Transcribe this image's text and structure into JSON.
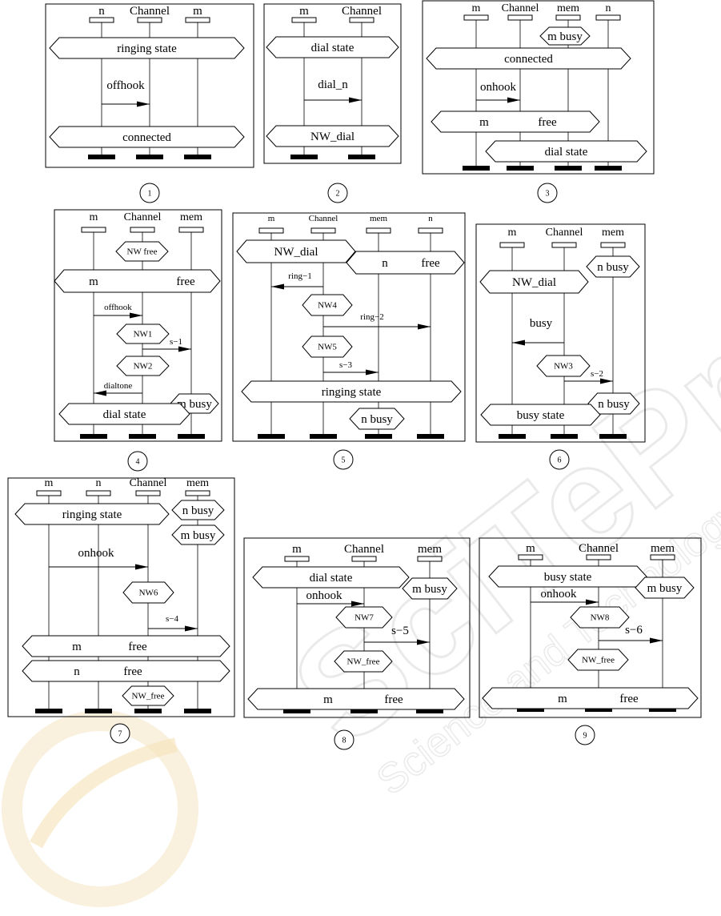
{
  "watermark": {
    "text_main": "SciTePress",
    "text_sub": "Science and Technology Publications",
    "colors": {
      "main": "#e4e4e4",
      "logo_circle": "#f6e7c2"
    }
  },
  "diagrams": [
    {
      "number": "1",
      "instances": [
        "n",
        "Channel",
        "m"
      ],
      "items": [
        {
          "kind": "condition",
          "text": "ringing state"
        },
        {
          "kind": "message",
          "text": "offhook"
        },
        {
          "kind": "condition",
          "text": "connected"
        }
      ]
    },
    {
      "number": "2",
      "instances": [
        "m",
        "Channel"
      ],
      "items": [
        {
          "kind": "condition",
          "text": "dial state"
        },
        {
          "kind": "message",
          "text": "dial_n"
        },
        {
          "kind": "condition",
          "text": "NW_dial"
        }
      ]
    },
    {
      "number": "3",
      "instances": [
        "m",
        "Channel",
        "mem",
        "n"
      ],
      "items": [
        {
          "kind": "condition",
          "text": "m busy"
        },
        {
          "kind": "condition",
          "text": "connected"
        },
        {
          "kind": "message",
          "text": "onhook"
        },
        {
          "kind": "condition",
          "left": "m",
          "right": "free"
        },
        {
          "kind": "condition",
          "text": "dial state"
        }
      ]
    },
    {
      "number": "4",
      "instances": [
        "m",
        "Channel",
        "mem"
      ],
      "items": [
        {
          "kind": "condition",
          "text": "NW free"
        },
        {
          "kind": "condition",
          "left": "m",
          "right": "free"
        },
        {
          "kind": "message",
          "text": "offhook"
        },
        {
          "kind": "condition",
          "text": "NW1"
        },
        {
          "kind": "message",
          "text": "s−1"
        },
        {
          "kind": "condition",
          "text": "NW2"
        },
        {
          "kind": "message",
          "text": "dialtone"
        },
        {
          "kind": "condition",
          "text": "m busy"
        },
        {
          "kind": "condition",
          "text": "dial state"
        }
      ]
    },
    {
      "number": "5",
      "instances": [
        "m",
        "Channel",
        "mem",
        "n"
      ],
      "items": [
        {
          "kind": "condition",
          "text": "NW_dial"
        },
        {
          "kind": "condition",
          "left": "n",
          "right": "free"
        },
        {
          "kind": "message",
          "text": "ring−1"
        },
        {
          "kind": "condition",
          "text": "NW4"
        },
        {
          "kind": "message",
          "text": "ring−2"
        },
        {
          "kind": "condition",
          "text": "NW5"
        },
        {
          "kind": "message",
          "text": "s−3"
        },
        {
          "kind": "condition",
          "text": "ringing state"
        },
        {
          "kind": "condition",
          "text": "n busy"
        }
      ]
    },
    {
      "number": "6",
      "instances": [
        "m",
        "Channel",
        "mem"
      ],
      "items": [
        {
          "kind": "condition",
          "text": "n busy"
        },
        {
          "kind": "condition",
          "text": "NW_dial"
        },
        {
          "kind": "message",
          "text": "busy"
        },
        {
          "kind": "condition",
          "text": "NW3"
        },
        {
          "kind": "message",
          "text": "s−2"
        },
        {
          "kind": "condition",
          "text": "n busy"
        },
        {
          "kind": "condition",
          "text": "busy state"
        }
      ]
    },
    {
      "number": "7",
      "instances": [
        "m",
        "n",
        "Channel",
        "mem"
      ],
      "items": [
        {
          "kind": "condition",
          "text": "ringing state"
        },
        {
          "kind": "condition",
          "text": "n busy"
        },
        {
          "kind": "condition",
          "text": "m busy"
        },
        {
          "kind": "message",
          "text": "onhook"
        },
        {
          "kind": "condition",
          "text": "NW6"
        },
        {
          "kind": "message",
          "text": "s−4"
        },
        {
          "kind": "condition",
          "left": "m",
          "right": "free"
        },
        {
          "kind": "condition",
          "left": "n",
          "right": "free"
        },
        {
          "kind": "condition",
          "text": "NW_free"
        }
      ]
    },
    {
      "number": "8",
      "instances": [
        "m",
        "Channel",
        "mem"
      ],
      "items": [
        {
          "kind": "condition",
          "text": "dial state"
        },
        {
          "kind": "condition",
          "text": "m busy"
        },
        {
          "kind": "message",
          "text": "onhook"
        },
        {
          "kind": "condition",
          "text": "NW7"
        },
        {
          "kind": "message",
          "text": "s−5"
        },
        {
          "kind": "condition",
          "text": "NW_free"
        },
        {
          "kind": "condition",
          "left": "m",
          "right": "free"
        }
      ]
    },
    {
      "number": "9",
      "instances": [
        "m",
        "Channel",
        "mem"
      ],
      "items": [
        {
          "kind": "condition",
          "text": "busy state"
        },
        {
          "kind": "condition",
          "text": "m busy"
        },
        {
          "kind": "message",
          "text": "onhook"
        },
        {
          "kind": "condition",
          "text": "NW8"
        },
        {
          "kind": "message",
          "text": "s−6"
        },
        {
          "kind": "condition",
          "text": "NW_free"
        },
        {
          "kind": "condition",
          "left": "m",
          "right": "free"
        }
      ]
    }
  ]
}
